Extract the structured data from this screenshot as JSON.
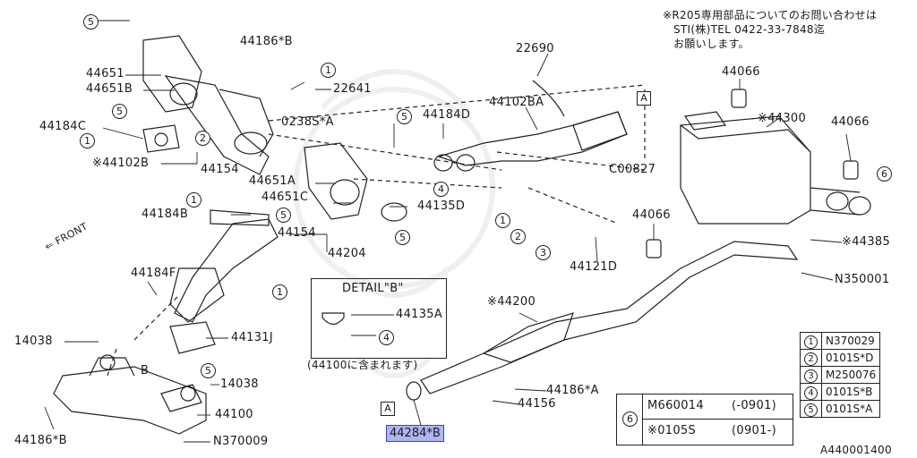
{
  "note": {
    "line1": "※R205専用部品についてのお問い合わせは",
    "line2": "STI(株)TEL 0422-33-7848迄",
    "line3": "お願いします。"
  },
  "front": "FRONT",
  "highlight": "44284*B",
  "figure_id": "A440001400",
  "detail": {
    "title": "DETAIL\"B\"",
    "part": "44135A",
    "sub": "(44100に含まれます)",
    "callout": "4"
  },
  "callout_a": "A",
  "callout_b": "B",
  "labels": {
    "p44186b_top": "44186*B",
    "p44651": "44651",
    "p44651b": "44651B",
    "p44184c": "44184C",
    "p44102b": "※44102B",
    "p44154_top": "44154",
    "p22641": "22641",
    "p0238s": "0238S*A",
    "p44651a": "44651A",
    "p44651c": "44651C",
    "p44184d": "44184D",
    "p44135d": "44135D",
    "p44102ba": "44102BA",
    "p22690": "22690",
    "pc00827": "C00827",
    "p44184b": "44184B",
    "p44154_mid": "44154",
    "p44204": "44204",
    "p44184f": "44184F",
    "p44131j": "44131J",
    "p14038_l": "14038",
    "p14038_r": "14038",
    "p44100": "44100",
    "p44186b_bot": "44186*B",
    "pn370009": "N370009",
    "p44121d": "44121D",
    "p44066_a": "44066",
    "p44300": "※44300",
    "p44066_b": "44066",
    "p44066_c": "44066",
    "p44385": "※44385",
    "pn350001": "N350001",
    "p44200": "※44200",
    "p44186a": "44186*A",
    "p44156": "44156"
  },
  "circles": {
    "c1": "5",
    "c2": "1",
    "c3": "5",
    "c4": "1",
    "c5": "2",
    "c6": "5",
    "c7": "4",
    "c8": "1",
    "c9": "5",
    "c10": "5",
    "c11": "1",
    "c12": "2",
    "c13": "3",
    "c14": "1",
    "c15": "5",
    "c16": "6"
  },
  "legend": [
    {
      "num": "1",
      "part": "N370029"
    },
    {
      "num": "2",
      "part": "0101S*D"
    },
    {
      "num": "3",
      "part": "M250076"
    },
    {
      "num": "4",
      "part": "0101S*B"
    },
    {
      "num": "5",
      "part": "0101S*A"
    }
  ],
  "legend6": {
    "num": "6",
    "row1_part": "M660014",
    "row1_note": "(-0901)",
    "row2_part": "※0105S",
    "row2_note": "(0901-)"
  }
}
